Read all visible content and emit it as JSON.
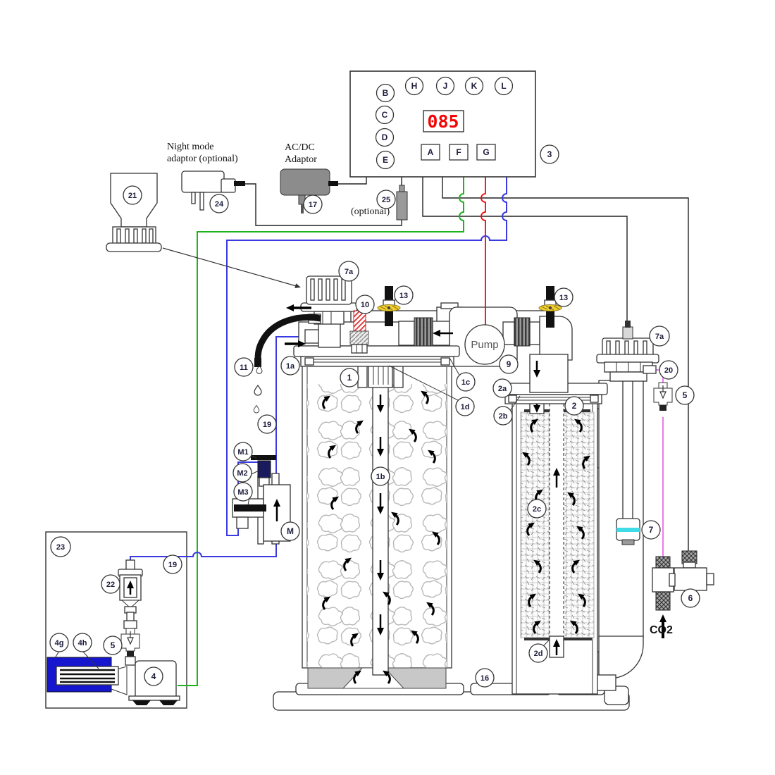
{
  "panel": {
    "display": "085",
    "round_buttons": [
      "B",
      "C",
      "D",
      "E",
      "H",
      "J",
      "K",
      "L"
    ],
    "square_buttons": [
      "A",
      "F",
      "G"
    ]
  },
  "labels": {
    "b": "B",
    "c": "C",
    "d": "D",
    "e": "E",
    "h": "H",
    "j": "J",
    "k": "K",
    "l": "L",
    "a": "A",
    "f": "F",
    "g": "G",
    "display": "085",
    "pump": "Pump",
    "co2": "CO2",
    "optional": "(optional)",
    "night1": "Night mode",
    "night2": "adaptor (optional)",
    "acdc1": "AC/DC",
    "acdc2": "Adaptor",
    "n1": "1",
    "n1a": "1a",
    "n1b": "1b",
    "n1c": "1c",
    "n1d": "1d",
    "n2": "2",
    "n2a": "2a",
    "n2b": "2b",
    "n2c": "2c",
    "n2d": "2d",
    "n3": "3",
    "n4": "4",
    "n4g": "4g",
    "n4h": "4h",
    "n5": "5",
    "n6": "6",
    "n7": "7",
    "n7a": "7a",
    "n9": "9",
    "n10": "10",
    "n11": "11",
    "n13": "13",
    "n16": "16",
    "n17": "17",
    "n19": "19",
    "n20": "20",
    "n21": "21",
    "n22": "22",
    "n23": "23",
    "n24": "24",
    "n25": "25",
    "m": "M",
    "m1": "M1",
    "m2": "M2",
    "m3": "M3"
  },
  "colors": {
    "wire_green": "#1fb41f",
    "wire_blue": "#3a3ae0",
    "wire_red": "#f40606",
    "wire_pink": "#e86ee8",
    "probe_band": "#3fdce8",
    "filter_box": "#1616cf",
    "valve_yellow": "#f2cf2a",
    "display_red": "#f40606"
  }
}
